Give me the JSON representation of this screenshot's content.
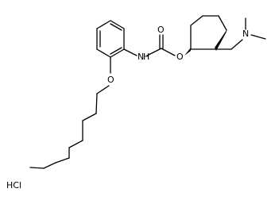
{
  "molecule": {
    "atom_labels": {
      "ether_oxygen": "O",
      "carbonyl_oxygen": "O",
      "amide_nh": "N",
      "amide_h": "H",
      "ester_oxygen": "O",
      "amine_nitrogen": "N",
      "salt": "HCl"
    },
    "stereo_bonds": [
      "wedge-to-ester-oxygen",
      "wedge-to-side-chain"
    ]
  }
}
